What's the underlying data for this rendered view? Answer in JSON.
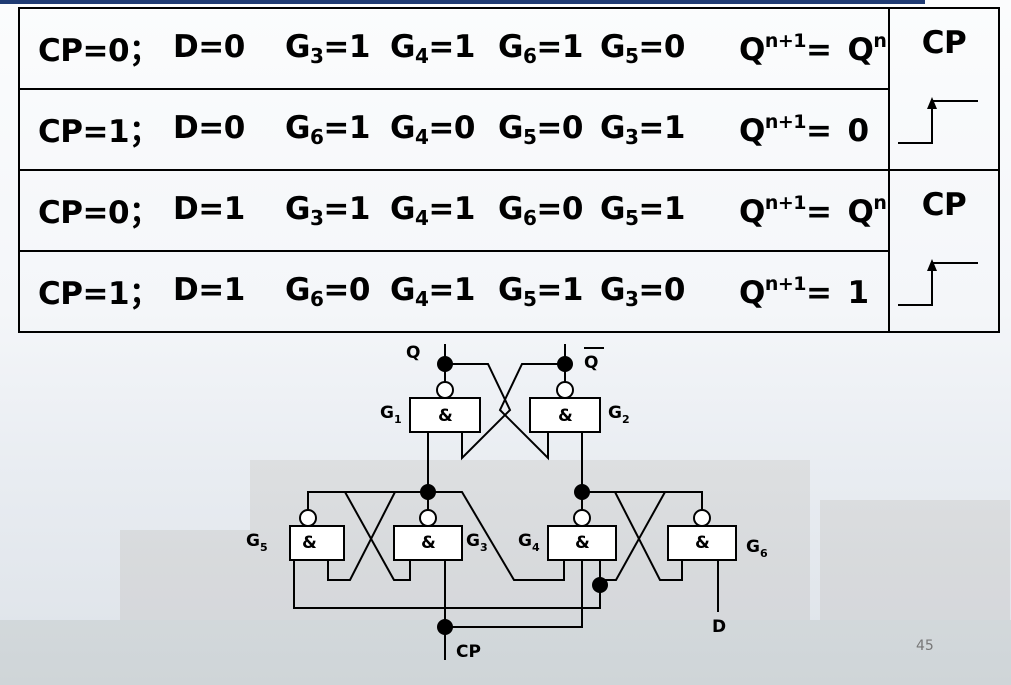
{
  "rows": [
    {
      "segs": [
        [
          "CP=0；",
          "",
          ""
        ],
        [
          "D=0",
          "",
          ""
        ],
        [
          "G",
          "3",
          "=1"
        ],
        [
          "G",
          "4",
          "=1"
        ],
        [
          "G",
          "6",
          "=1"
        ],
        [
          "G",
          "5",
          "=0"
        ]
      ],
      "q": {
        "rhs": "Q",
        "rhs_sup": "n"
      }
    },
    {
      "segs": [
        [
          "CP=1；",
          "",
          ""
        ],
        [
          "D=0",
          "",
          ""
        ],
        [
          "G",
          "6",
          "=1"
        ],
        [
          "G",
          "4",
          "=0"
        ],
        [
          "G",
          "5",
          "=0"
        ],
        [
          "G",
          "3",
          "=1"
        ]
      ],
      "q": {
        "rhs": "0",
        "rhs_sup": ""
      }
    },
    {
      "segs": [
        [
          "CP=0；",
          "",
          ""
        ],
        [
          "D=1",
          "",
          ""
        ],
        [
          "G",
          "3",
          "=1"
        ],
        [
          "G",
          "4",
          "=1"
        ],
        [
          "G",
          "6",
          "=0"
        ],
        [
          "G",
          "5",
          "=1"
        ]
      ],
      "q": {
        "rhs": "Q",
        "rhs_sup": "n"
      }
    },
    {
      "segs": [
        [
          "CP=1；",
          "",
          ""
        ],
        [
          "D=1",
          "",
          ""
        ],
        [
          "G",
          "6",
          "=0"
        ],
        [
          "G",
          "4",
          "=1"
        ],
        [
          "G",
          "5",
          "=1"
        ],
        [
          "G",
          "3",
          "=0"
        ]
      ],
      "q": {
        "rhs": "1",
        "rhs_sup": ""
      }
    }
  ],
  "q_lhs": "Q",
  "q_lhs_sup": "n+1",
  "q_eq": "=",
  "cp_label": "CP",
  "circuit": {
    "q_label": "Q",
    "qbar_label": "Q",
    "gate_symbol": "&",
    "g1": {
      "g": "G",
      "n": "1"
    },
    "g2": {
      "g": "G",
      "n": "2"
    },
    "g3": {
      "g": "G",
      "n": "3"
    },
    "g4": {
      "g": "G",
      "n": "4"
    },
    "g5": {
      "g": "G",
      "n": "5"
    },
    "g6": {
      "g": "G",
      "n": "6"
    },
    "d_label": "D",
    "cp_label": "CP"
  },
  "page_number": "45",
  "colors": {
    "top_bar": "#1f3b73",
    "line": "#000000"
  }
}
